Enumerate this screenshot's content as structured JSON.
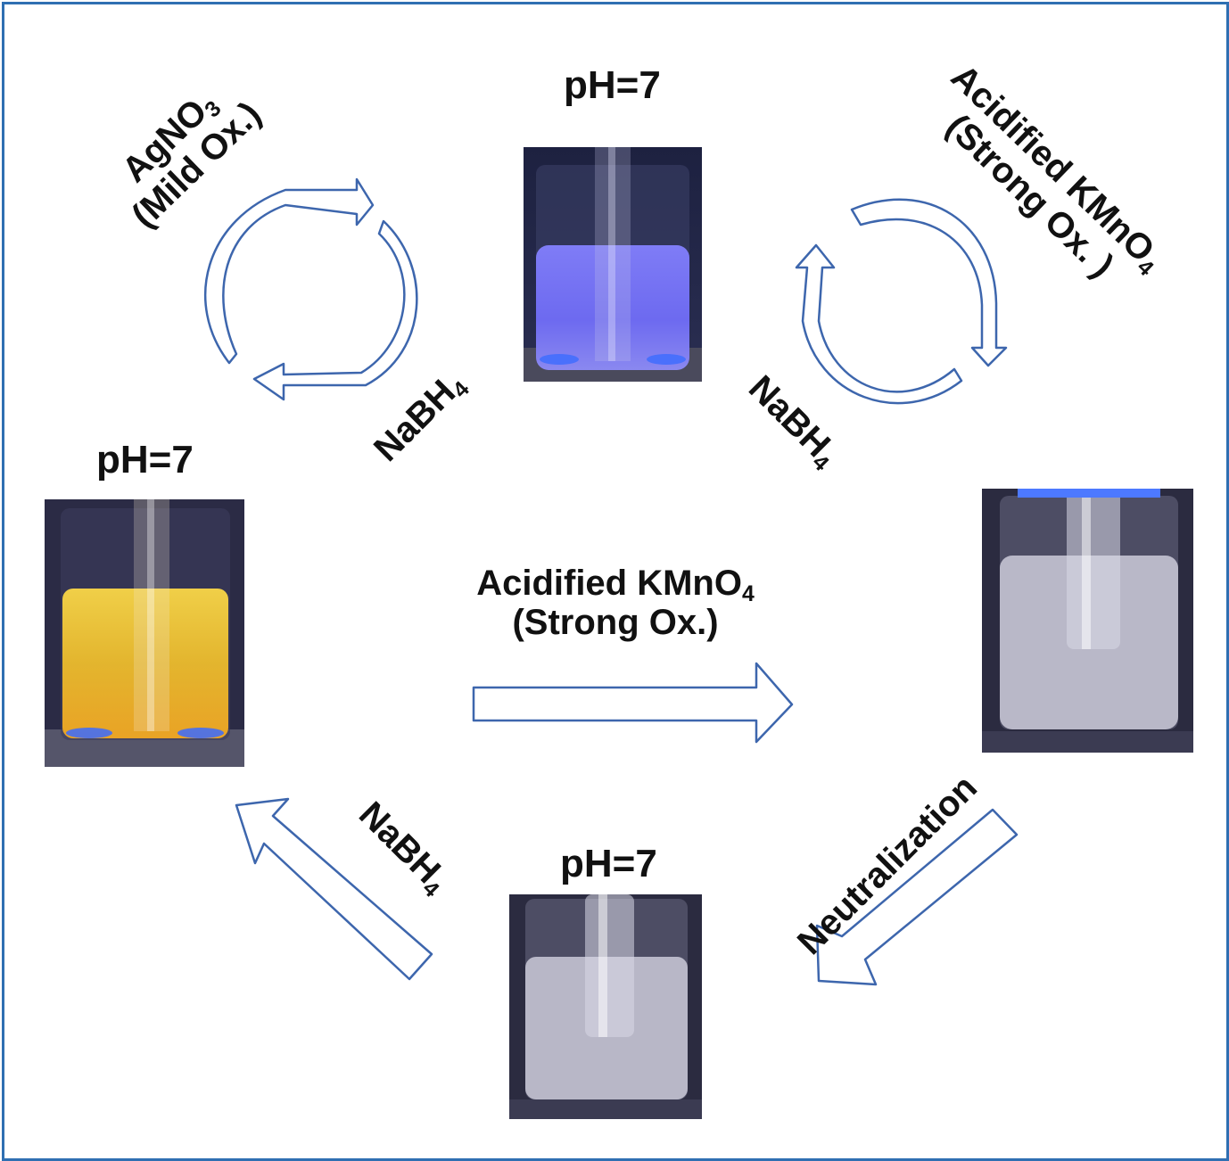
{
  "labels": {
    "ph_top": "pH=7",
    "ph_left": "pH=7",
    "ph_bottom": "pH=7",
    "agno3": {
      "main": "AgNO",
      "sub": "3"
    },
    "mild_ox": "(Mild Ox.)",
    "nabh4": {
      "main": "NaBH",
      "sub": "4"
    },
    "acidified_kmno4": {
      "main": "Acidified KMnO",
      "sub": "4"
    },
    "strong_ox": "(Strong Ox.)",
    "strong_ox_spaced": "(Strong Ox. )",
    "neutralization": "Neutralization"
  },
  "colors": {
    "frame": "#2f6fb2",
    "arrow_stroke": "#3d66ad",
    "blue_solution": "#6f6cf2",
    "yellow_solution": "#e6b92f",
    "clear_solution": "#b6b5c6",
    "photo_background": "#2b2b45"
  }
}
